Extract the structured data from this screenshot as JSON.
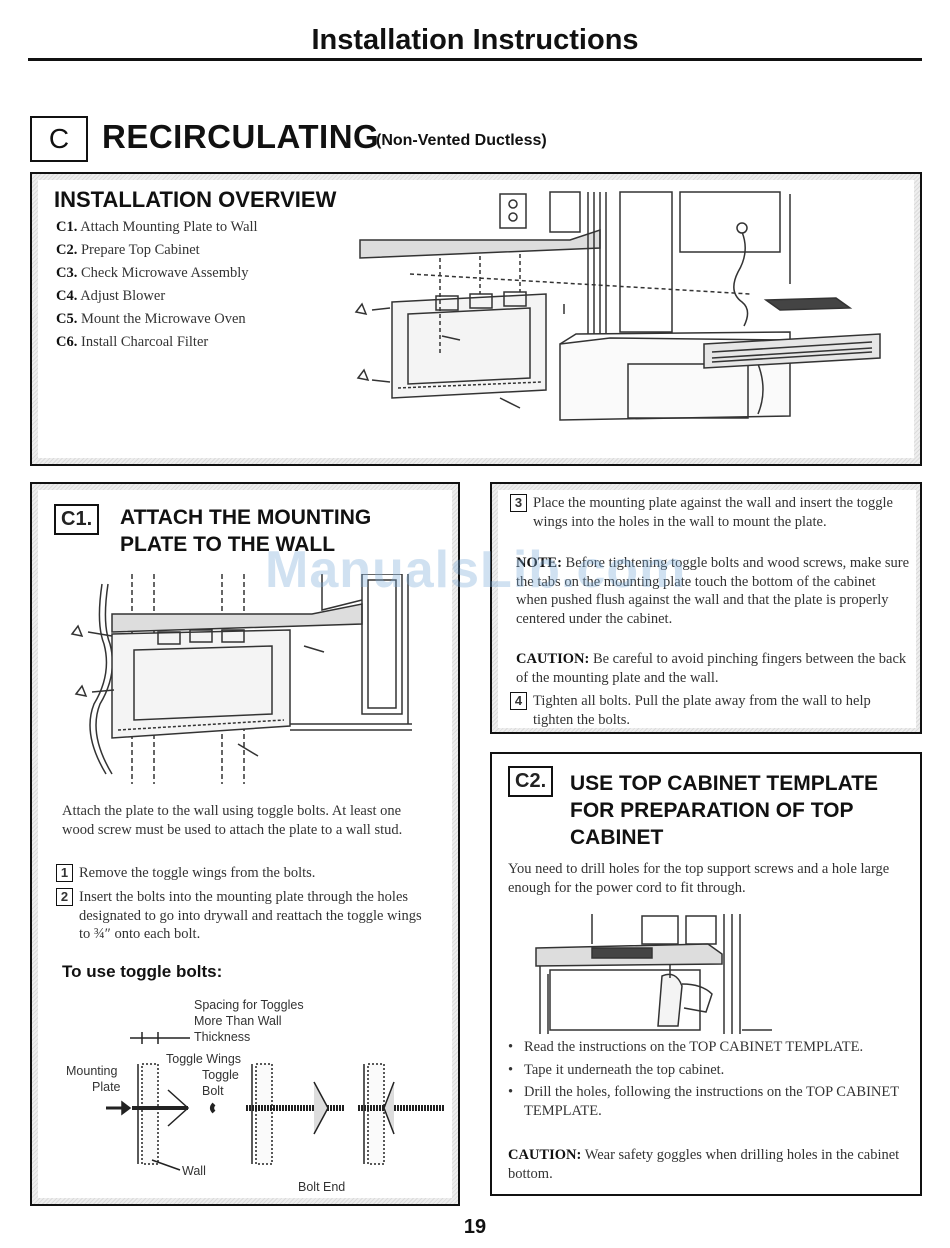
{
  "header": {
    "title": "Installation Instructions"
  },
  "section": {
    "letter": "C",
    "title": "RECIRCULATING",
    "subtitle": "(Non-Vented Ductless)"
  },
  "overview": {
    "title": "INSTALLATION OVERVIEW",
    "steps": [
      {
        "num": "C1.",
        "text": "Attach Mounting Plate to Wall"
      },
      {
        "num": "C2.",
        "text": "Prepare Top Cabinet"
      },
      {
        "num": "C3.",
        "text": "Check Microwave Assembly"
      },
      {
        "num": "C4.",
        "text": "Adjust Blower"
      },
      {
        "num": "C5.",
        "text": "Mount the Microwave Oven"
      },
      {
        "num": "C6.",
        "text": "Install Charcoal Filter"
      }
    ]
  },
  "c1": {
    "label": "C1.",
    "title_line1": "ATTACH THE MOUNTING",
    "title_line2": "PLATE TO THE WALL",
    "intro": "Attach the plate to the wall using toggle bolts. At least one wood screw must be used to attach the plate to a wall stud.",
    "step1_num": "1",
    "step1": "Remove the toggle wings from the bolts.",
    "step2_num": "2",
    "step2": "Insert the bolts into the mounting plate through the holes designated to go into drywall and reattach the toggle wings to ¾″ onto each bolt.",
    "toggle_heading": "To use toggle bolts:",
    "diagram_labels": {
      "spacing": "Spacing for Toggles",
      "more_than_wall": "More Than Wall",
      "thickness": "Thickness",
      "toggle_wings": "Toggle Wings",
      "toggle_bolt_1": "Toggle",
      "toggle_bolt_2": "Bolt",
      "mounting": "Mounting",
      "plate": "Plate",
      "wall": "Wall",
      "bolt_end": "Bolt End"
    }
  },
  "steps34": {
    "step3_num": "3",
    "step3": "Place the mounting plate against the wall and insert the toggle wings into the holes in the wall to mount the plate.",
    "note_label": "NOTE:",
    "note": "Before tightening toggle bolts and wood screws, make sure the tabs on the mounting plate touch the bottom of the cabinet when pushed flush against the wall and that the plate is properly centered under the cabinet.",
    "caution_label": "CAUTION:",
    "caution": "Be careful to avoid pinching fingers between the back of the mounting plate and the wall.",
    "step4_num": "4",
    "step4": "Tighten all bolts. Pull the plate away from the wall to help tighten the bolts."
  },
  "c2": {
    "label": "C2.",
    "title_line1": "USE TOP CABINET TEMPLATE",
    "title_line2": "FOR PREPARATION OF TOP",
    "title_line3": "CABINET",
    "intro": "You need to drill holes for the top support screws and a hole large enough for the power cord to fit through.",
    "bullets": [
      "Read the instructions on the TOP CABINET TEMPLATE.",
      "Tape it underneath the top cabinet.",
      "Drill the holes, following the instructions on the TOP CABINET TEMPLATE."
    ],
    "caution_label": "CAUTION:",
    "caution": "Wear safety goggles when drilling holes in the cabinet bottom."
  },
  "watermark": "ManualsLib.com",
  "page_number": "19"
}
